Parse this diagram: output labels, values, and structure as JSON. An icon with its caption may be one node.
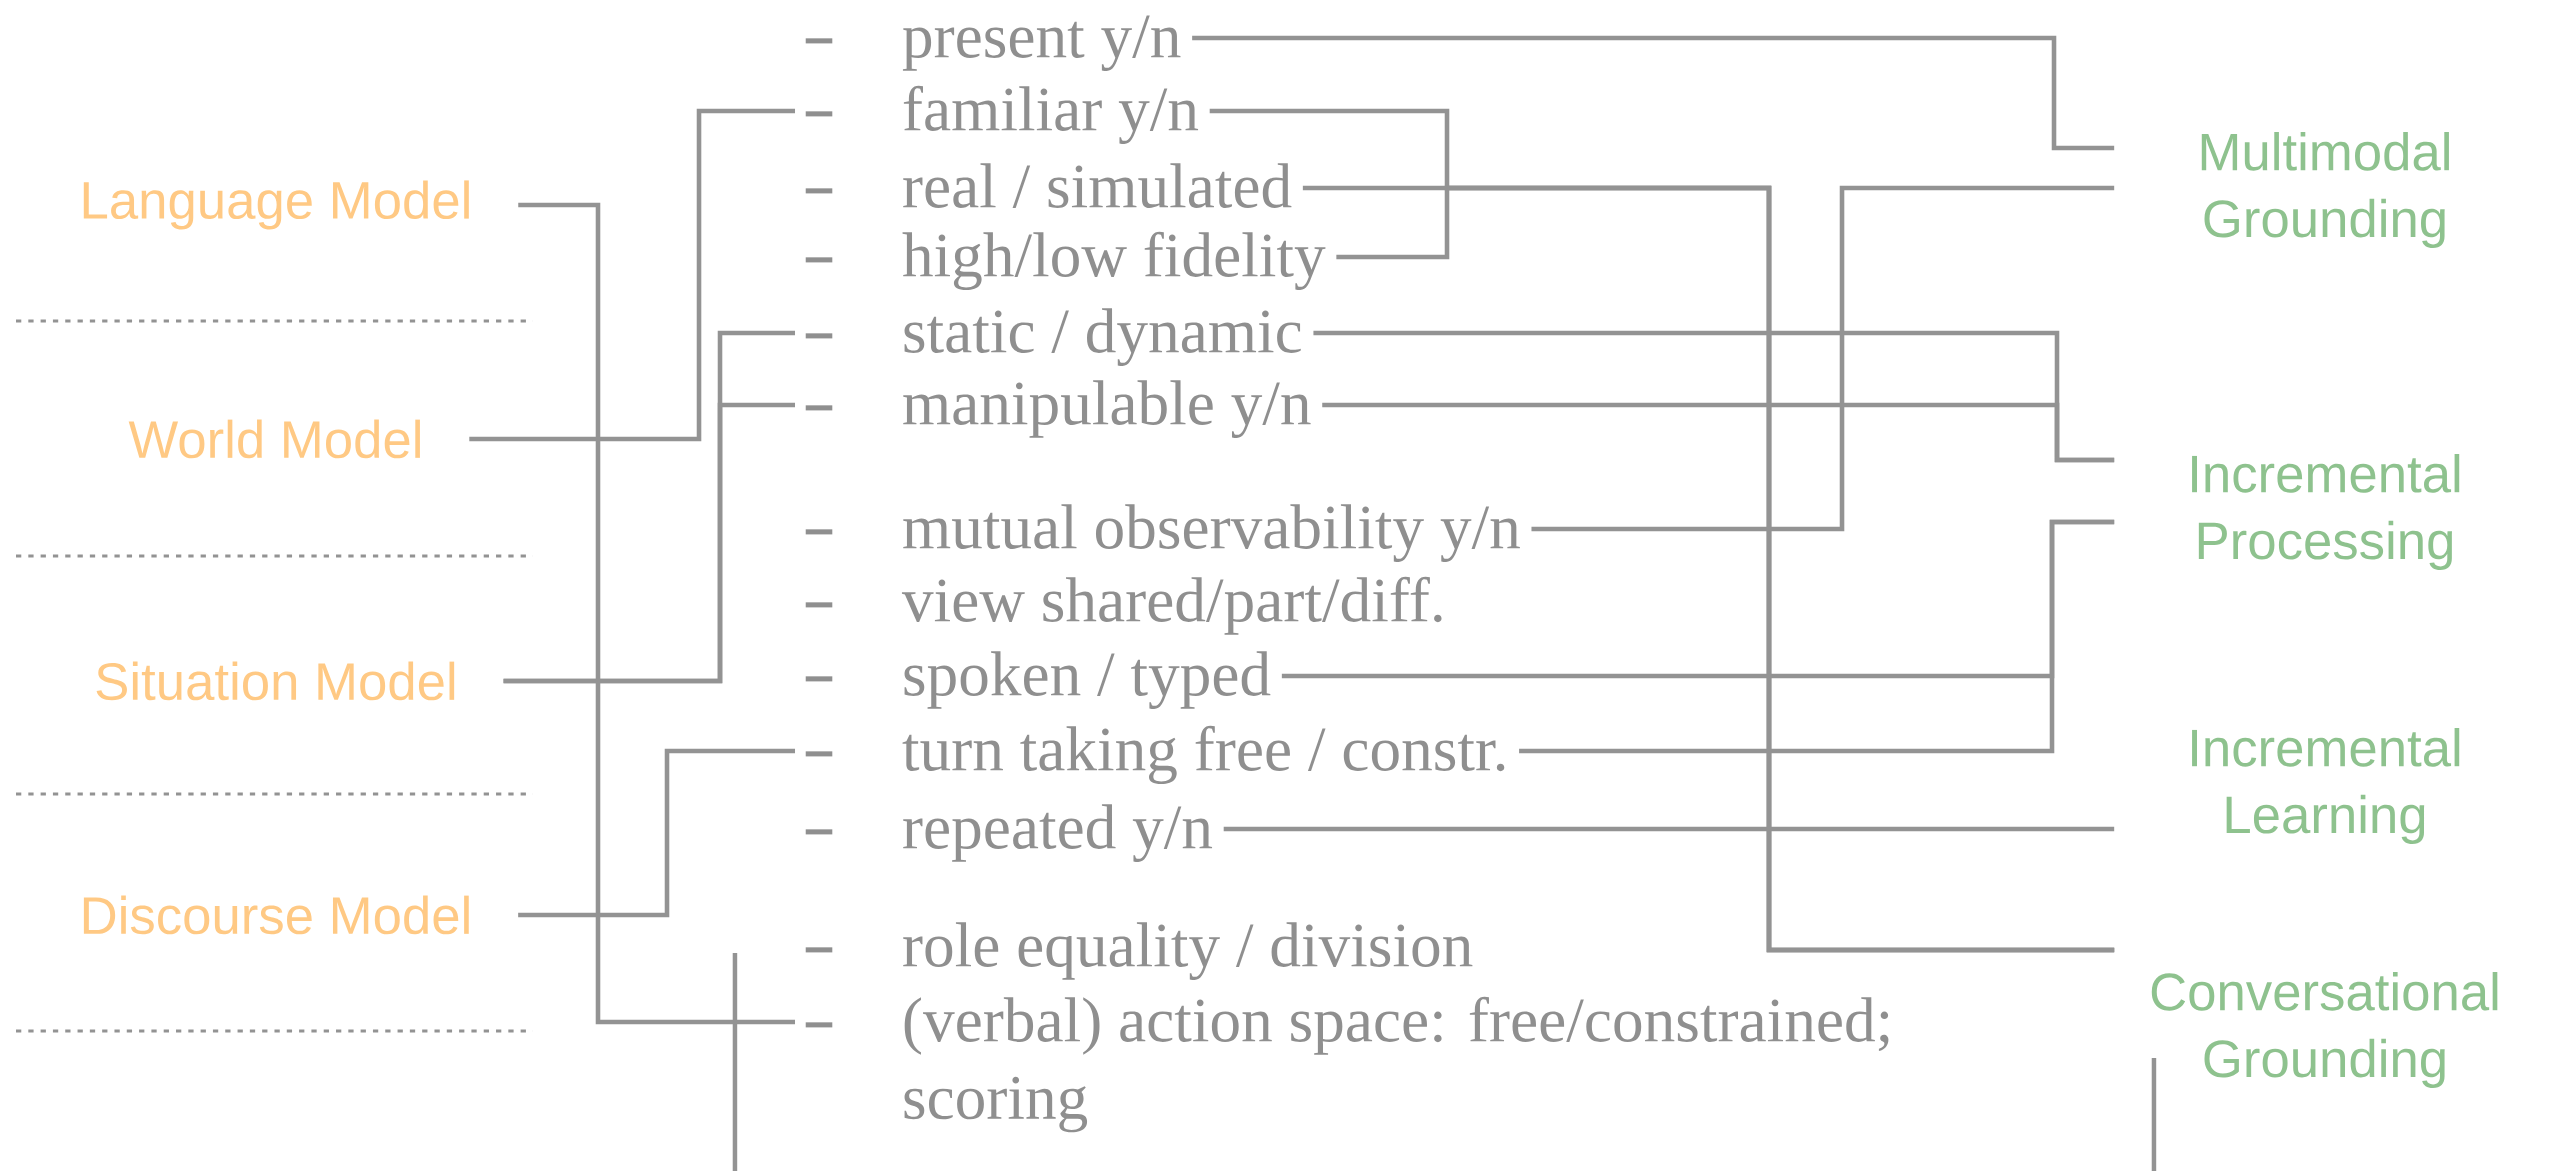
{
  "diagram": {
    "nodes": [
      {
        "text": [
          "Language Model"
        ]
      },
      {
        "text": [
          "World Model"
        ]
      },
      {
        "text": [
          "Situation Model"
        ]
      },
      {
        "text": [
          "Discourse Model"
        ]
      },
      {
        "text": [
          "present y/n"
        ]
      },
      {
        "text": [
          "familiar y/n"
        ]
      },
      {
        "text": [
          "real / simulated"
        ]
      },
      {
        "text": [
          "high/low fidelity"
        ]
      },
      {
        "text": [
          "static / dynamic"
        ]
      },
      {
        "text": [
          "manipulable y/n"
        ]
      },
      {
        "text": [
          "mutual observability y/n"
        ]
      },
      {
        "text": [
          "view shared/part/diff."
        ]
      },
      {
        "text": [
          "spoken / typed"
        ]
      },
      {
        "text": [
          "turn taking free / constr."
        ]
      },
      {
        "text": [
          "repeated y/n"
        ]
      },
      {
        "text": [
          "role equality / division"
        ]
      },
      {
        "text": [
          "(verbal) action space: free/constrained; scoring"
        ]
      },
      {
        "text": [
          "Multimodal Grounding"
        ]
      },
      {
        "text": [
          "Incremental Processing"
        ]
      },
      {
        "text": [
          "Incremental Learning"
        ]
      },
      {
        "text": [
          "Conversational Grounding"
        ]
      }
    ],
    "edges": [
      {
        "from": 0,
        "to": 16,
        "arrow": "none"
      },
      {
        "from": 1,
        "to": 5,
        "arrow": "none"
      },
      {
        "from": 2,
        "to": 8,
        "arrow": "none"
      },
      {
        "from": 2,
        "to": 9,
        "arrow": "none"
      },
      {
        "from": 3,
        "to": 13,
        "arrow": "none"
      },
      {
        "from": 4,
        "to": 17,
        "arrow": "none"
      },
      {
        "from": 5,
        "to": 20,
        "arrow": "none"
      },
      {
        "from": 6,
        "to": 20,
        "arrow": "none"
      },
      {
        "from": 7,
        "to": 20,
        "arrow": "none"
      },
      {
        "from": 10,
        "to": 17,
        "arrow": "none"
      },
      {
        "from": 8,
        "to": 18,
        "arrow": "none"
      },
      {
        "from": 9,
        "to": 18,
        "arrow": "none"
      },
      {
        "from": 12,
        "to": 18,
        "arrow": "none"
      },
      {
        "from": 13,
        "to": 18,
        "arrow": "none"
      },
      {
        "from": 14,
        "to": 19,
        "arrow": "none"
      }
    ]
  }
}
